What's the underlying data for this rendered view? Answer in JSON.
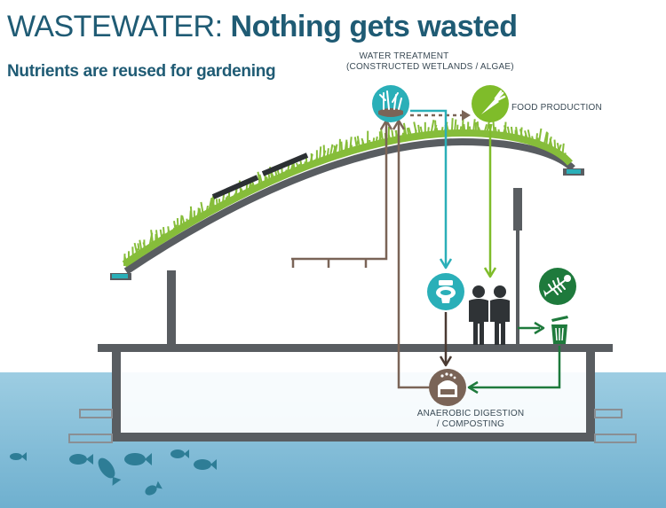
{
  "header": {
    "title_light": "WASTEWATER: ",
    "title_bold": "Nothing gets wasted",
    "subtitle": "Nutrients are reused for gardening"
  },
  "labels": {
    "water_treatment_line1": "WATER TREATMENT",
    "water_treatment_line2": "(CONSTRUCTED WETLANDS / ALGAE)",
    "food_production": "FOOD PRODUCTION",
    "anaerobic_line1": "ANAEROBIC DIGESTION",
    "anaerobic_line2": "/ COMPOSTING"
  },
  "icons": {
    "water_treatment": "reeds-icon",
    "food_production": "carrot-icon",
    "toilet": "toilet-icon",
    "people": "people-icon",
    "food_waste": "fish-bone-icon",
    "bin": "trash-bin-icon",
    "digester": "digester-icon",
    "fish": "fish-icon"
  },
  "colors": {
    "title": "#1f5b74",
    "teal": "#2aafb8",
    "lime": "#7fbc2a",
    "brown": "#7a6457",
    "dark_green": "#1e7a3c",
    "house_gray": "#595d61",
    "water": "#8ec3dc",
    "grass": "#86bd3a"
  }
}
